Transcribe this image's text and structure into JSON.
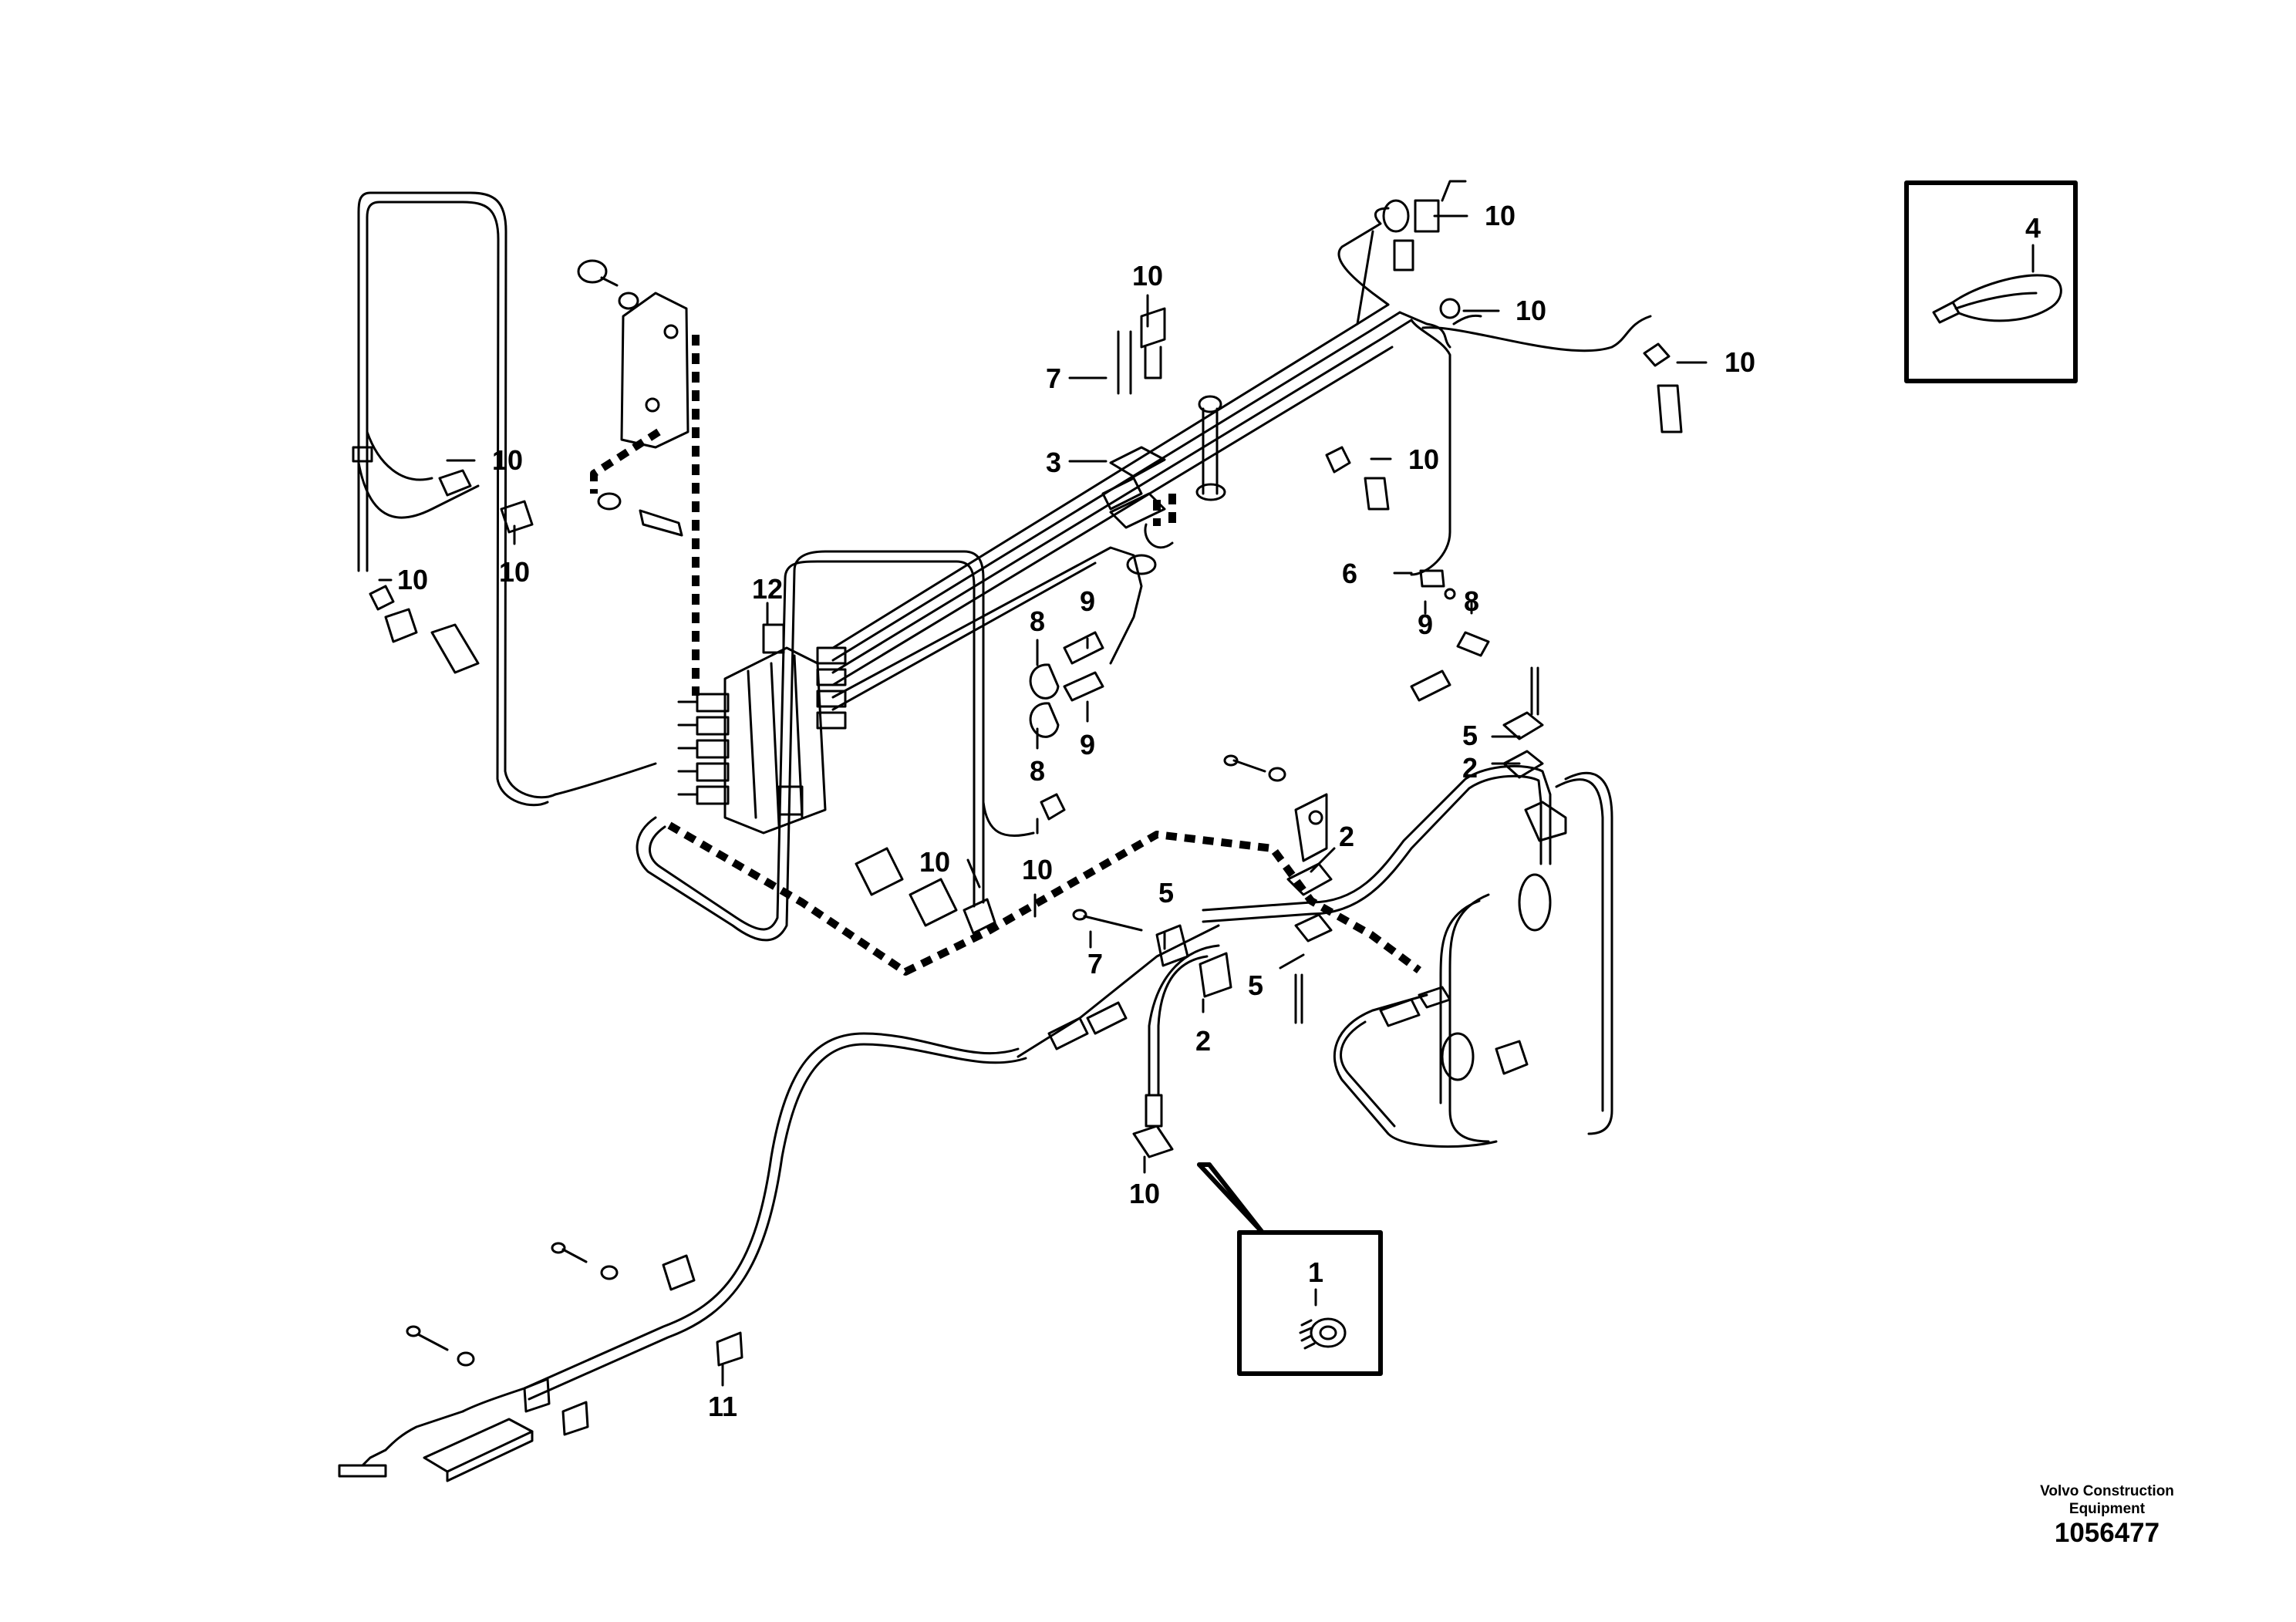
{
  "diagram": {
    "callouts": [
      {
        "id": "c1",
        "label": "1"
      },
      {
        "id": "c2a",
        "label": "2"
      },
      {
        "id": "c2b",
        "label": "2"
      },
      {
        "id": "c2c",
        "label": "2"
      },
      {
        "id": "c3",
        "label": "3"
      },
      {
        "id": "c4",
        "label": "4"
      },
      {
        "id": "c5a",
        "label": "5"
      },
      {
        "id": "c5b",
        "label": "5"
      },
      {
        "id": "c5c",
        "label": "5"
      },
      {
        "id": "c6",
        "label": "6"
      },
      {
        "id": "c7a",
        "label": "7"
      },
      {
        "id": "c7b",
        "label": "7"
      },
      {
        "id": "c8a",
        "label": "8"
      },
      {
        "id": "c8b",
        "label": "8"
      },
      {
        "id": "c8c",
        "label": "8"
      },
      {
        "id": "c9a",
        "label": "9"
      },
      {
        "id": "c9b",
        "label": "9"
      },
      {
        "id": "c9c",
        "label": "9"
      },
      {
        "id": "c10a",
        "label": "10"
      },
      {
        "id": "c10b",
        "label": "10"
      },
      {
        "id": "c10c",
        "label": "10"
      },
      {
        "id": "c10d",
        "label": "10"
      },
      {
        "id": "c10e",
        "label": "10"
      },
      {
        "id": "c10f",
        "label": "10"
      },
      {
        "id": "c10g",
        "label": "10"
      },
      {
        "id": "c10h",
        "label": "10"
      },
      {
        "id": "c10i",
        "label": "10"
      },
      {
        "id": "c10j",
        "label": "10"
      },
      {
        "id": "c10k",
        "label": "10"
      },
      {
        "id": "c11",
        "label": "11"
      },
      {
        "id": "c12",
        "label": "12"
      }
    ]
  },
  "footer": {
    "brand_line1": "Volvo Construction",
    "brand_line2": "Equipment",
    "part_number": "1056477"
  }
}
